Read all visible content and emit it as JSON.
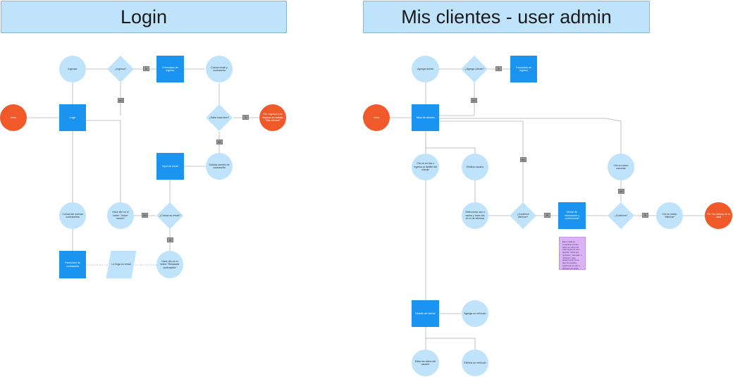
{
  "colors": {
    "title_fill": "#bfe3fb",
    "step_fill": "#bfe3fb",
    "process_fill": "#1a94f0",
    "terminal_fill": "#f05a2a",
    "connector": "#b0b0b0",
    "label_tag": "#9e9e9e",
    "note_fill": "#d9b3f5"
  },
  "login": {
    "title": "Login",
    "inicio": "Inicio",
    "login": "Login",
    "ingresar": "Ingresar",
    "q_ingresa": "¿Ingresa?",
    "formulario_ingreso": "Formulario de ingreso",
    "coloca_email": "Coloca email y contraseña",
    "q_sabe": "¿Sabe toda bien?",
    "fin": "Fin: Ingresa a su espacio en trabajo “Mis clientes”",
    "solicita_cambio": "Solicita cambio de contraseña",
    "input_email": "Input de email",
    "q_coloca": "¿Coloca su email?",
    "hace_clic_volver": "Hace clic en el botón “Volver sesión”",
    "coloca_nuevas": "Coloca las nuevas contraseñas",
    "form_contrasena": "Formulario de contraseña",
    "llega_email": "Le llega un email",
    "hace_clic_restaurar": "Hace clic en el botón “Restaurar contraseña”",
    "tag_si_1": "SI",
    "tag_no_1": "NO",
    "tag_si_2": "SI",
    "tag_no_2": "NO",
    "tag_no_3": "NO",
    "tag_si_3": "SI"
  },
  "admin": {
    "title": "Mis clientes - user admin",
    "inicio": "Inicio",
    "agrega_cliente": "Agrega cliente",
    "q_agrega": "¿Agrega cliente?",
    "formulario_ingreso": "Formulario de ingreso",
    "tabla_clientes": "Tabla de clientes",
    "clic_fila": "Clic en en fila o ingresa al detalle del cliente",
    "elimina_usuario": "Elimina usuario",
    "clic_cancelar": "Clic en botón cancelar",
    "selecciona": "Selecciona uno o varios y hace clic en el de eliminar",
    "q_confirma": "¿Confirma eliminar?",
    "modal": "Modal de información y confirmación",
    "q_confirma2": "¿Confirma?",
    "clic_eliminar": "Clic en botón “eliminar”",
    "fin": "Fin: Se elimina en la data",
    "detalle": "Detalle del cliente",
    "agrega_vehiculo": "Agrega un vehículo",
    "edita_datos": "Edita los datos del usuario",
    "elimina_vehiculo": "Elimina un vehículo",
    "note": "Este modal es importante porque debe ser claro qué información se va a eliminar. Tiene dos opciones: “cancelar” o “eliminar”. Que aparezca de forma que los usuarios sepan que se van a eliminar sus datos.",
    "tag_no_1": "NO",
    "tag_si_1": "SI",
    "tag_no_2": "NO",
    "tag_si_2": "SI",
    "tag_no_3": "NO",
    "tag_si_3": "SI"
  }
}
